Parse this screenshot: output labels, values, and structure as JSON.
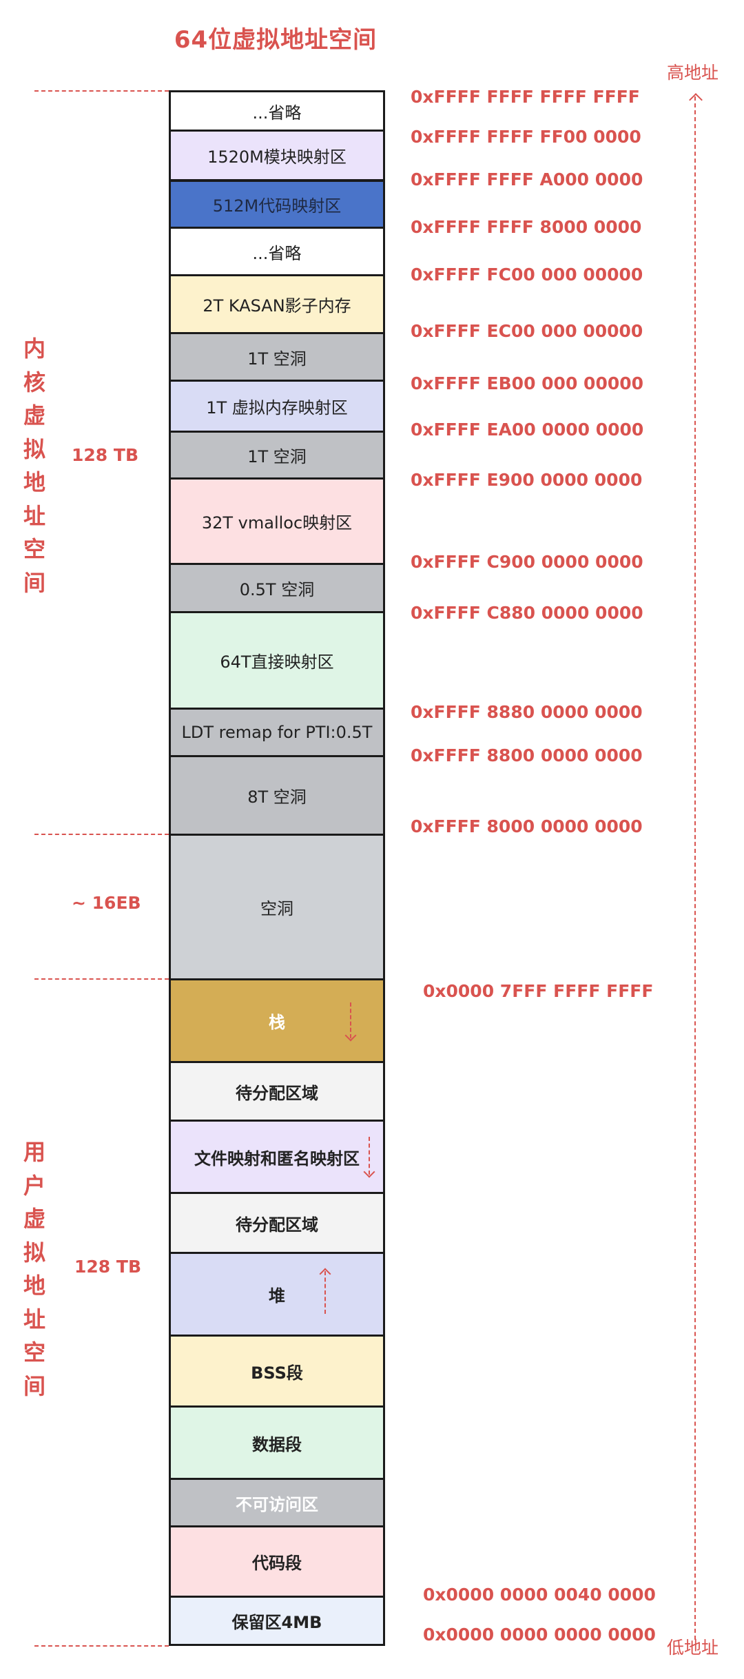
{
  "title": "64位虚拟地址空间",
  "high_label": "高地址",
  "low_label": "低地址",
  "kernel_space_label": [
    "内",
    "核",
    "虚",
    "拟",
    "地",
    "址",
    "空",
    "间"
  ],
  "user_space_label": [
    "用",
    "户",
    "虚",
    "拟",
    "地",
    "址",
    "空",
    "间"
  ],
  "kernel_size": "128 TB",
  "hole_size": "~ 16EB",
  "user_size": "128 TB",
  "kernel_blocks": [
    "...省略",
    "1520M模块映射区",
    "512M代码映射区",
    "...省略",
    "2T KASAN影子内存",
    "1T 空洞",
    "1T 虚拟内存映射区",
    "1T 空洞",
    "32T vmalloc映射区",
    "0.5T 空洞",
    "64T直接映射区",
    "LDT remap for PTI:0.5T",
    "8T 空洞"
  ],
  "hole_block": "空洞",
  "user_blocks": [
    "栈",
    "待分配区域",
    "文件映射和匿名映射区",
    "待分配区域",
    "堆",
    "BSS段",
    "数据段",
    "不可访问区",
    "代码段",
    "保留区4MB"
  ],
  "addresses": [
    "0xFFFF FFFF FFFF FFFF",
    "0xFFFF FFFF FF00 0000",
    "0xFFFF FFFF A000 0000",
    "0xFFFF FFFF 8000 0000",
    "0xFFFF FC00 000 00000",
    "0xFFFF EC00 000 00000",
    "0xFFFF EB00 000 00000",
    "0xFFFF EA00 0000 0000",
    "0xFFFF E900 0000 0000",
    "0xFFFF C900 0000 0000",
    "0xFFFF C880 0000 0000",
    "0xFFFF 8880 0000 0000",
    "0xFFFF 8800 0000 0000",
    "0xFFFF 8000 0000 0000",
    "0x0000 7FFF FFFF FFFF",
    "0x0000 0000 0040 0000",
    "0x0000 0000 0000 0000"
  ],
  "colors": {
    "accent": "#d9534f",
    "white": "#ffffff",
    "lavender": "#ebe3fb",
    "blue": "#4a74c9",
    "yellow": "#fdf2cc",
    "gray": "#bfc1c5",
    "light_blue": "#d9dcf5",
    "pink": "#fde0e2",
    "green": "#dff5e6",
    "light_gray": "#ced1d5",
    "gold": "#d4ad55",
    "off_white": "#f3f3f3",
    "pale_blue": "#eaf0fb"
  }
}
